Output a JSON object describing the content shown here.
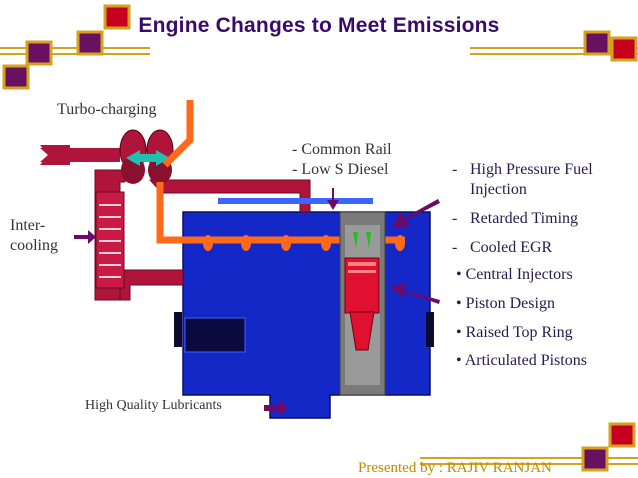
{
  "title": "Engine Changes to Meet Emissions",
  "labels": {
    "turbo": "Turbo-charging",
    "intercool_1": "Inter-",
    "intercool_2": "cooling",
    "common_rail": "- Common Rail",
    "low_s_diesel": "- Low S Diesel",
    "lubricants": "High Quality Lubricants"
  },
  "dash_items": [
    "High Pressure Fuel",
    "Injection",
    "Retarded Timing",
    "Cooled EGR"
  ],
  "dot_items": [
    "• Central Injectors",
    "• Piston Design",
    "• Raised Top Ring",
    "• Articulated Pistons"
  ],
  "dash_mark": "-",
  "footer": "Presented by : RAJIV  RANJAN",
  "colors": {
    "title": "#3a0a6a",
    "engine_blue": "#1428c8",
    "fuel_orange": "#ff6a1a",
    "crimson": "#b0143a",
    "arrow_purple": "#6a0a6a",
    "deco_gold": "#d4a21c",
    "deco_red": "#c4001c",
    "deco_purple": "#6a1060"
  }
}
